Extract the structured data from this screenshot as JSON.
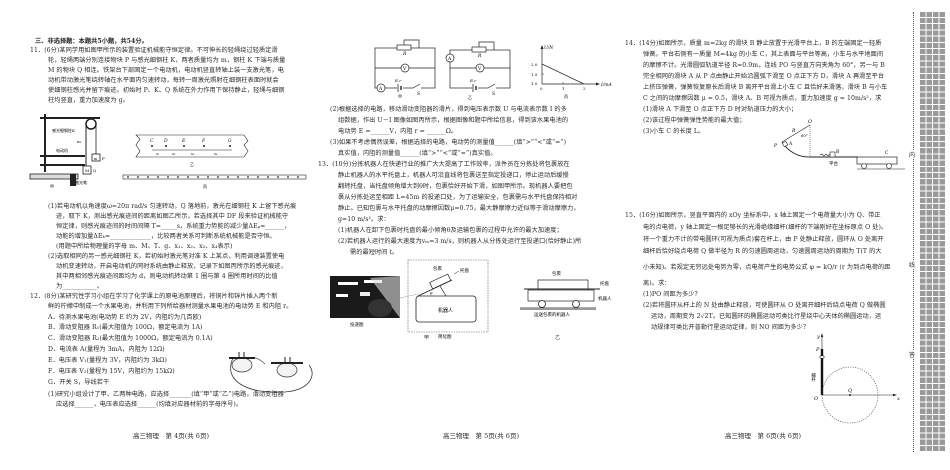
{
  "page4": {
    "section_title": "三、非选择题：本题共5小题，共54分。",
    "q11": {
      "lines": [
        "11．(6分)某同学用如图甲所示的装置验证机械能守恒定律。不可伸长的轻绳绕过轻质定滑",
        "轮，轻绳两端分别连接物块 P 与感光细钢柱 K，两者质量均为 m，钢柱 K 下端与质量",
        "M 的物块 Q 相连。铁架台下部固定一个电动机，电动机竖直转轴上装一支激光笔，电",
        "动机带动激光笔绕转轴在水平面内匀速转动，每转一周激光照射在细钢柱表面时就会",
        "使细钢柱感光并留下痕迹。初始时 P、K、Q 系统在外力作用下保持静止，轻绳与细钢",
        "柱均竖直，重力加速度为 g。"
      ],
      "fig_labels": {
        "steel_rod": "感光细钢柱K",
        "m": "m",
        "motor": "电动机",
        "laser": "激光笔",
        "P": "P",
        "Q": "Q",
        "M": "M",
        "jia": "甲",
        "yi": "乙",
        "bing": "丙"
      },
      "tape_points": [
        "C",
        "D",
        "E",
        "F",
        "G"
      ],
      "tape_segments": [
        "x₁",
        "x₂",
        "x₃",
        "x₄"
      ],
      "sub1": [
        "(1)若电动机以角速度ω=20π rad/s 匀速转动，Q 落地前，激光在细钢柱 K 上留下感光痕",
        "迹，取下 K，测出感光痕迹间的距离如图乙所示，若选择其中 DF 段来验证机械能守",
        "恒定律，则感光痕迹间的时间间隔 T=_____s，系统重力势能的减少量ΔEₚ=______，",
        "动能的增加量ΔEₖ=_____________，比较两者关系可判断系统机械能是否守恒。",
        "(用题中所给物理量的字母 m、M、T、g、x₁、x₂、x₃、x₄表示)"
      ],
      "sub2": [
        "(2)选取相同的另一感光细钢柱 K，若初始时激光笔对准 K 上某点，利用调速装置使电",
        "动机变速转动，开启电动机的同时系统由静止释放，记录下如图丙所示的感光痕迹，",
        "其中两相邻感光痕迹间距均为 d，则电动机转动第 1 圈与第 4 圈所用时间的比值",
        "为___________。"
      ]
    },
    "q12": {
      "lines": [
        "12．(8分)某研究性学习小组在学习了化学课上的原电池原理后，将铜片和锌片插入两个新",
        "鲜的柠檬中制成一个水果电池，并利用下列所给器材测量水果电池的电动势 E 和内阻 r。"
      ],
      "options": [
        "A．待测水果电池(电动势 E 约为 2V，内阻约为几百欧)",
        "B．滑动变阻器 R₁(最大阻值为 100Ω，额定电流为 1A)",
        "C．滑动变阻器 R₂(最大阻值为 1000Ω，额定电流为 0.1A)",
        "D．电流表 A(量程为 3mA，内阻为 12Ω)",
        "E．电压表 V₁(量程为 3V，内阻约为 3kΩ)",
        "F．电压表 V₂(量程为 15V，内阻约为 15kΩ)",
        "G．开关 S，导线若干"
      ],
      "sub1": [
        "(1)研究小组设计了甲、乙两种电路，应选择_______(填“甲”或“乙”)电路，滑动变阻器",
        "应选择______，电压表应选择______(均填对应器材前的字母序号)。"
      ]
    },
    "footer": "高三物理　第 4页(共 6页)"
  },
  "page5": {
    "circuit_labels": {
      "R": "R",
      "V": "V",
      "A": "A",
      "Er": "E,r",
      "S": "S",
      "jia": "甲",
      "yi": "乙",
      "bing": "丙"
    },
    "q12_cont": {
      "sub2": [
        "(2)根据选择的电路，移动滑动变阻器的滑片，得到电压表示数 U 与电流表示数 I 的多",
        "组数据，作出 U－I 图像如图丙所示，根据图像和题中所给信息，得到该水果电池的",
        "电动势 E =______V，内阻 r = ______Ω。"
      ],
      "sub3": [
        "(3)如果不考虑偶然误差，根据选择的电路，电动势的测量值______(填“>”“<”或“=”)",
        "真实值，内阻的测量值______(填“>”“<”或“=”)真实值。"
      ]
    },
    "q13": {
      "lines": [
        "13．(10分)分拣机器人在快递行业的推广大大提高了工作效率，派件员在分拣处将包裹放在",
        "静止机器人的水平托盘上，机器人可沿直线将包裹送至指定投递口，停止运动后缓慢",
        "翻转托盘，当托盘倾角增大到θ时，包裹恰好开始下滑，如图甲所示。现机器人要把包",
        "裹从分拣处运至相距 L=45m 的投递口处，为了运输安全，包裹需与水平托盘保持相对",
        "静止。已知包裹与水平托盘的动摩擦因数μ=0.75，最大静摩擦力近似等于滑动摩擦力，",
        "g=10 m/s²。求："
      ],
      "subs": [
        "(1)机器人在卸下包裹时托盘的最小倾角θ及运输包裹的过程中允许的最大加速度；",
        "(2)若机器人运行的最大速度为vₘ=3 m/s，则机器人从分拣处运行至投递口(恰好静止)所",
        "需的最短时间 t。"
      ],
      "fig_labels": {
        "photo": "投递图",
        "simplified": "简化图",
        "parcel": "包裹",
        "tray": "托盘",
        "theta": "θ",
        "robot": "机器人",
        "carrier": "运送包裹的机器人",
        "jia": "甲",
        "yi": "乙"
      }
    },
    "footer": "高三物理　第 5页(共 6页)"
  },
  "page6": {
    "q14": {
      "lines": [
        "14．(14分)如图所示，质量 m=2kg 的滑块 B 静止放置于光滑平台上，B 的左端固定一轻质",
        "弹簧。平台右侧有一质量 M=4kg 的小车 C，其上表面与平台等高，小车与水平地面间",
        "的摩擦不计。光滑圆弧轨道半径 R=0.9m，连线 PO 与竖直方向夹角为 60°，另一与 B",
        "完全相同的滑块 A 从 P 点由静止开始沿圆弧下滑至 O 点正下方 D，滑块 A 再滑至平台",
        "上挤压弹簧，弹簧恢复原长后滑块 B 离开平台滑上小车 C 且恰好未滑落，滑块 B 与小车",
        "C 之间的动摩擦因数 μ = 0.5，滑块 A、B 可视为质点，重力加速度 g = 10m/s²，求"
      ],
      "subs": [
        "(1)滑块 A 下滑至 O 点正下方 D 时对轨道压力的大小；",
        "(2)该过程中弹簧弹性势能的最大值；",
        "(3)小车 C 的长度 L。"
      ],
      "fig_labels": {
        "O": "O",
        "R": "R",
        "angle": "60°",
        "P": "P",
        "A": "A",
        "B": "B",
        "C": "C",
        "platform": "平台"
      }
    },
    "q15": {
      "lines": [
        "15．(16分)如图所示，竖直平面内的 xOy 坐标系中，x 轴上固定一个电荷量大小为 Q、带正",
        "电的点电荷，y 轴上固定一根足够长的光滑绝缘细杆(细杆的下端刚好在坐标原点 O 处)。",
        "将一个重力不计的带电圆环(可视为质点)套在杆上，由 P 处静止释放，圆环从 O 处离开",
        "细杆后恰好绕点电荷 Q 做半径为 R 的匀速圆周运动，匀速圆周运动的周期为 T(T 的大",
        "小未知)。若规定无穷远处电势为零，点电荷产生的电势公式 φ = kQ/r (r 为到点电荷的距",
        "离)。求："
      ],
      "subs": [
        "(1)PO 间距为多少？",
        "(2)若将圆环从杆上的 N 处由静止释放，可使圆环从 O 处离开细杆后绕点电荷 Q 做椭圆",
        "运动，周期变为 2√2T。已知圆环的椭圆运动可类比行星绕中心天体的椭圆运动，运",
        "动规律可类比开普勒行星运动定律，则 NO 间距为多少？"
      ],
      "fig_labels": {
        "y": "y",
        "x": "x",
        "P": "P",
        "O": "O",
        "Q": "Q",
        "rod": "细杆"
      }
    },
    "footer": "高三物理　第 6页(共 6页)"
  },
  "seal": {
    "labels": [
      "内",
      "线",
      "答"
    ]
  },
  "graph_bing": {
    "x_label": "I/mA",
    "y_label": "U/N",
    "x_ticks": [
      "0",
      "1",
      "2"
    ],
    "y_ticks": [
      "1.0",
      "1.5",
      "2.0"
    ]
  }
}
